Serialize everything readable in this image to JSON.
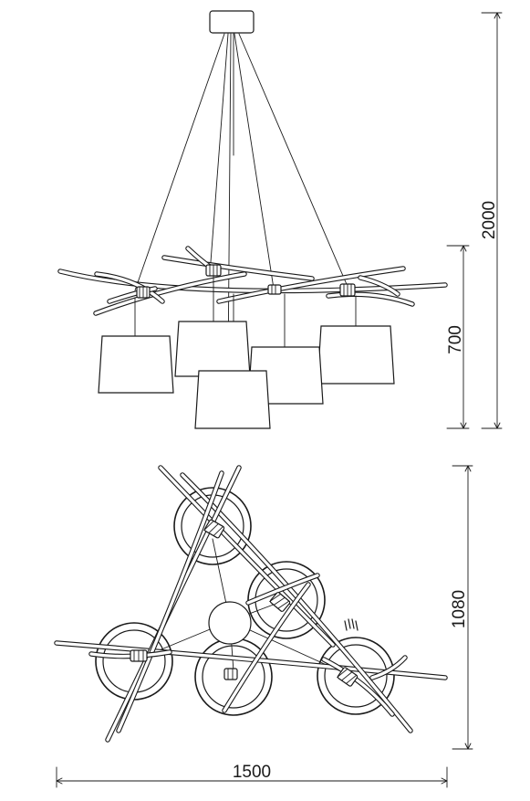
{
  "dimensions": {
    "overall_height": "2000",
    "body_height": "700",
    "depth": "1080",
    "width": "1500"
  },
  "colors": {
    "line": "#1a1a1a",
    "background": "#ffffff"
  }
}
